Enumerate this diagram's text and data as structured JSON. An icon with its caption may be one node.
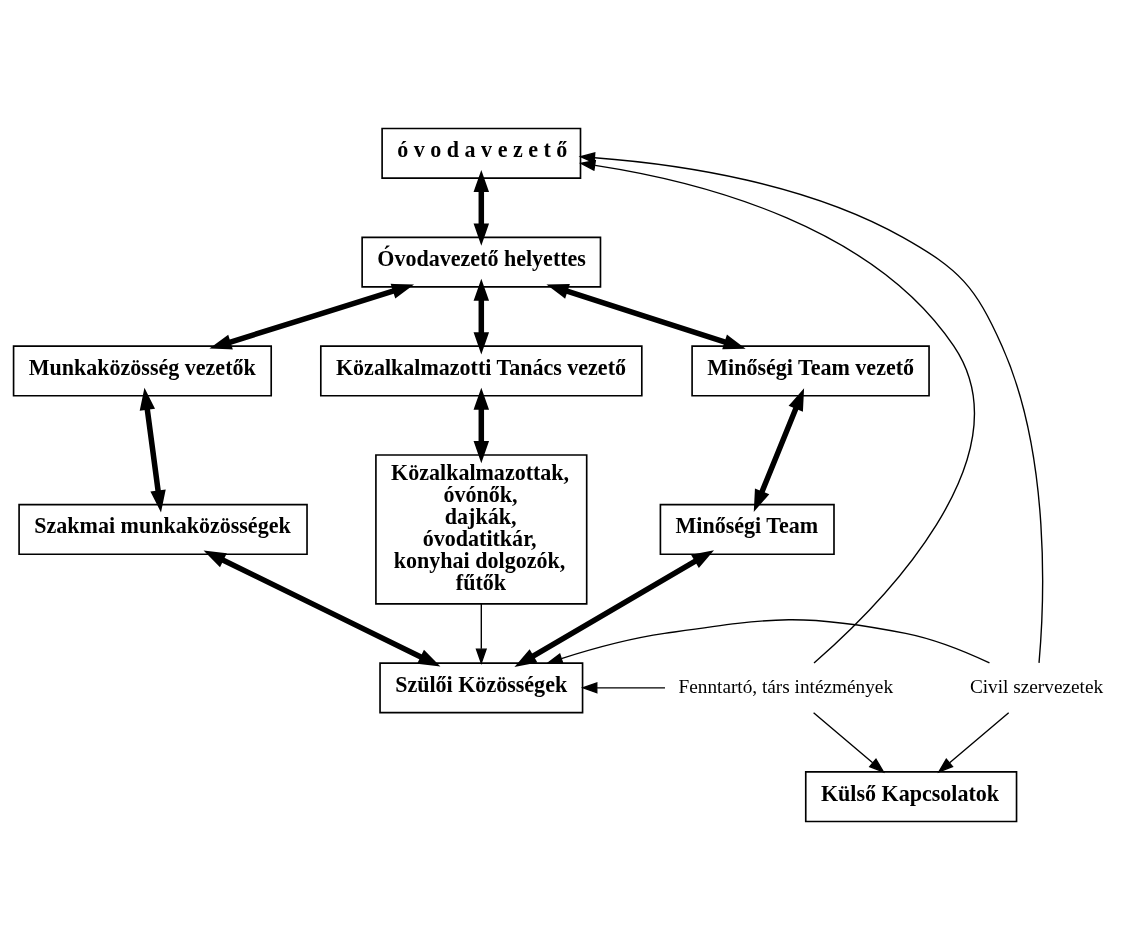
{
  "diagram": {
    "nodes": [
      {
        "text": [
          "ó v o d a v e z e t ő"
        ]
      },
      {
        "text": [
          "Óvodavezető helyettes"
        ]
      },
      {
        "text": [
          "Munkaközösség vezetők"
        ]
      },
      {
        "text": [
          "Közalkalmazotti Tanács vezető"
        ]
      },
      {
        "text": [
          "Minőségi Team vezető"
        ]
      },
      {
        "text": [
          "Szakmai munkaközösségek"
        ]
      },
      {
        "text": [
          "Közalkalmazottak, óvónők, dajkák, óvodatitkár, konyhai dolgozók, fűtők"
        ]
      },
      {
        "text": [
          "Minőségi Team"
        ]
      },
      {
        "text": [
          "Szülői Közösségek"
        ]
      },
      {
        "text": [
          "Külső Kapcsolatok"
        ]
      },
      {
        "text": [
          "Fenntartó, társ intézmények"
        ]
      },
      {
        "text": [
          "Civil szervezetek"
        ]
      }
    ],
    "edges": [
      {
        "from": 0,
        "to": 1,
        "arrow": "both"
      },
      {
        "from": 1,
        "to": 2,
        "arrow": "both"
      },
      {
        "from": 1,
        "to": 3,
        "arrow": "both"
      },
      {
        "from": 1,
        "to": 4,
        "arrow": "both"
      },
      {
        "from": 2,
        "to": 5,
        "arrow": "both"
      },
      {
        "from": 3,
        "to": 6,
        "arrow": "both"
      },
      {
        "from": 4,
        "to": 7,
        "arrow": "both"
      },
      {
        "from": 5,
        "to": 8,
        "arrow": "both"
      },
      {
        "from": 6,
        "to": 8,
        "arrow": "to"
      },
      {
        "from": 7,
        "to": 8,
        "arrow": "both"
      },
      {
        "from": 10,
        "to": 0,
        "arrow": "to"
      },
      {
        "from": 10,
        "to": 8,
        "arrow": "to"
      },
      {
        "from": 10,
        "to": 9,
        "arrow": "to"
      },
      {
        "from": 11,
        "to": 0,
        "arrow": "to"
      },
      {
        "from": 11,
        "to": 8,
        "arrow": "to"
      },
      {
        "from": 11,
        "to": 9,
        "arrow": "to"
      }
    ]
  }
}
